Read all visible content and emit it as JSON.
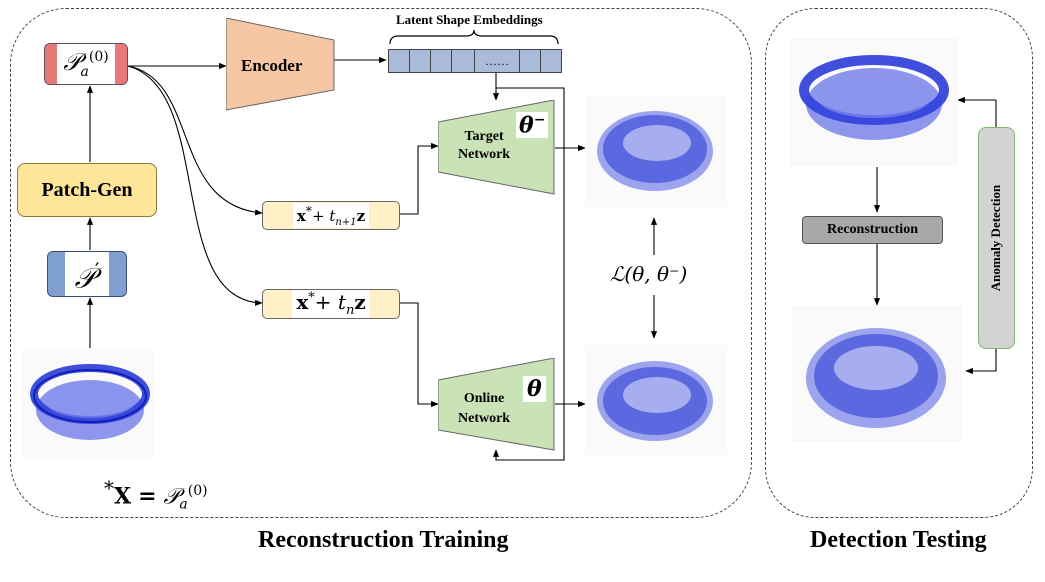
{
  "panels": {
    "training_label": "Reconstruction Training",
    "testing_label": "Detection Testing"
  },
  "boxes": {
    "pa0": {
      "base": "𝒫",
      "sub": "a",
      "sup": "(0)"
    },
    "patch_gen": "Patch-Gen",
    "p_prime": {
      "base": "𝒫",
      "sup": "′"
    },
    "encoder": "Encoder",
    "latent_label": "Latent Shape Embeddings",
    "latent_dots": "……",
    "noisy_n1": {
      "x": "x",
      "star": "*",
      "plus": "+ ",
      "t": "t",
      "sub": "n+1",
      "z": "z"
    },
    "noisy_n": {
      "x": "x",
      "star": "*",
      "plus": "+ ",
      "t": "t",
      "sub": "n",
      "z": "z"
    },
    "target_network": {
      "line1": "Target",
      "line2": "Network",
      "param": "θ",
      "param_sup": "−"
    },
    "online_network": {
      "line1": "Online",
      "line2": "Network",
      "param": "θ"
    },
    "loss": "ℒ(θ, θ⁻)",
    "reconstruction": "Reconstruction",
    "anomaly_detection": "Anomaly Detection"
  },
  "footnote": {
    "star": "*",
    "x": "X",
    "eq": "=",
    "base": "𝒫",
    "sub": "a",
    "sup": "(0)"
  },
  "colors": {
    "pa0_fill": "#f4b6b6",
    "pa0_side": "#e87878",
    "patch_gen_fill": "#fde59a",
    "p_prime_fill": "#cfd8ee",
    "p_prime_side": "#7f9fd0",
    "encoder_fill": "#f7c6a4",
    "latent_cell": "#a9bbd8",
    "noisy_fill": "#fff0c8",
    "network_fill": "#c9e2b6",
    "reconstruction_fill": "#a8a8a8",
    "anomaly_fill": "#d3d3d3",
    "anomaly_border": "#7fb870",
    "cloud_blue": "#1e2fd6"
  }
}
